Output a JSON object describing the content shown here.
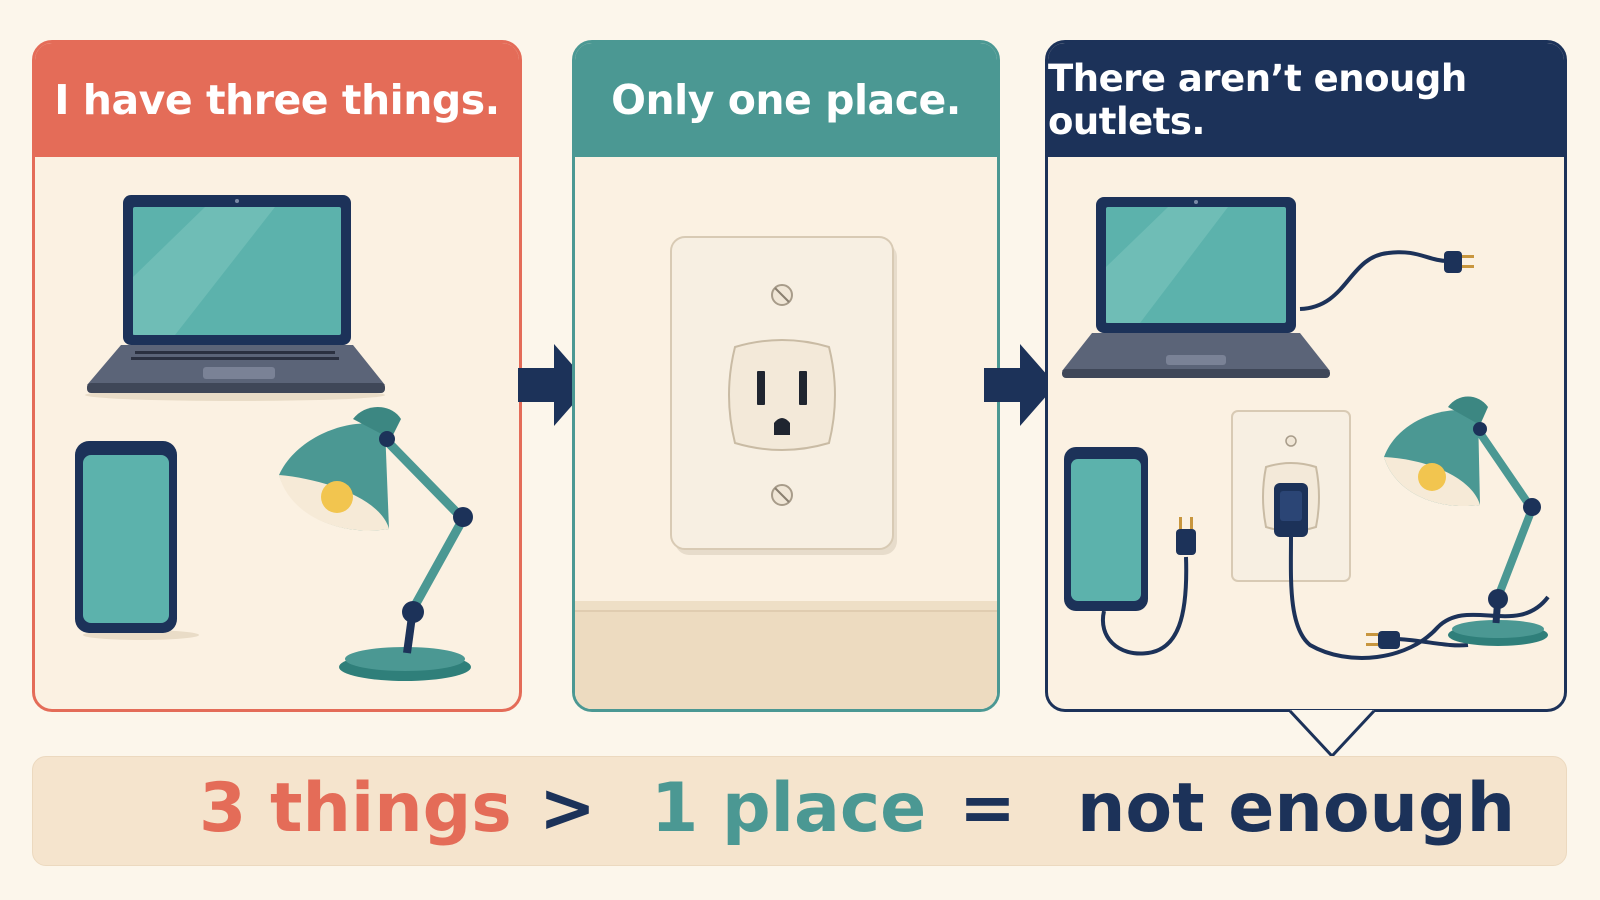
{
  "panels": [
    {
      "heading": "I have three things."
    },
    {
      "heading": "Only one place."
    },
    {
      "heading": "There aren’t enough outlets."
    }
  ],
  "equation": {
    "left": "3 things",
    "op1": ">",
    "middle": "1 place",
    "op2": "=",
    "right": "not enough"
  },
  "colors": {
    "coral": "#e46c58",
    "teal": "#4b9893",
    "navy": "#1c3259",
    "cream": "#fbf1e2"
  },
  "icons": [
    "laptop-icon",
    "phone-icon",
    "desk-lamp-icon",
    "wall-outlet-icon",
    "arrow-right-icon",
    "plug-icon"
  ]
}
